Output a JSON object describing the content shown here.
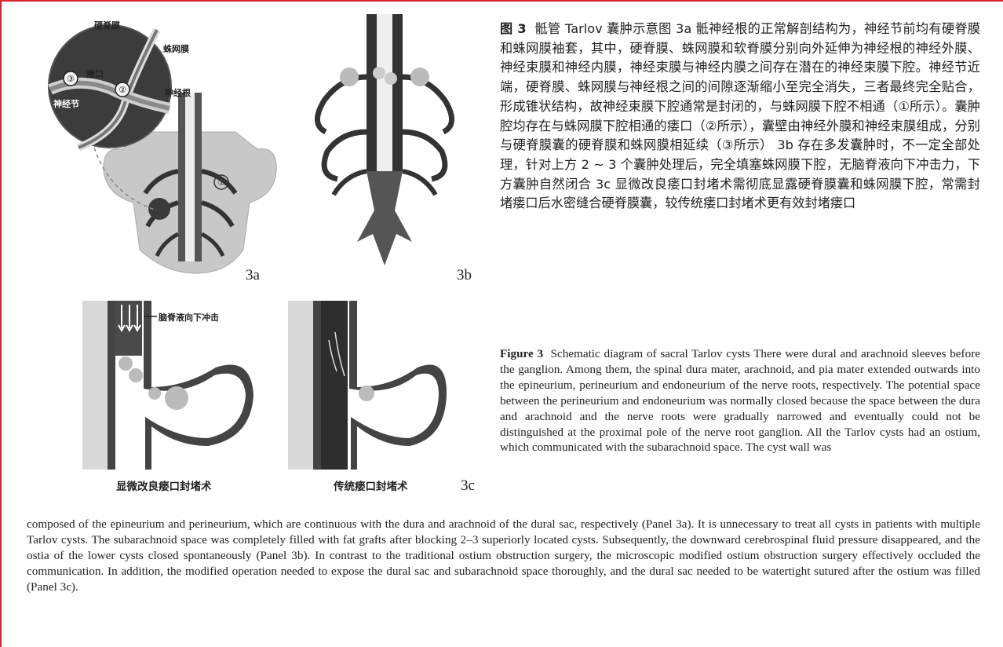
{
  "figure": {
    "panel_a": {
      "label": "3a",
      "labels": {
        "dura": "硬脊膜",
        "arachnoid": "蛛网膜",
        "ostium": "瘘口",
        "root": "神经根",
        "ganglion": "神经节",
        "num1": "①",
        "num2": "②",
        "num3": "③"
      }
    },
    "panel_b": {
      "label": "3b"
    },
    "panel_c": {
      "label": "3c",
      "arrow_text": "脑脊液向下冲击",
      "left_caption": "显微改良瘘口封堵术",
      "right_caption": "传统瘘口封堵术"
    }
  },
  "caption_cn": {
    "bold": "图 3",
    "text": "骶管 Tarlov 囊肿示意图 3a 骶神经根的正常解剖结构为，神经节前均有硬脊膜和蛛网膜袖套，其中，硬脊膜、蛛网膜和软脊膜分别向外延伸为神经根的神经外膜、神经束膜和神经内膜，神经束膜与神经内膜之间存在潜在的神经束膜下腔。神经节近端，硬脊膜、蛛网膜与神经根之间的间隙逐渐缩小至完全消失，三者最终完全贴合，形成锥状结构，故神经束膜下腔通常是封闭的，与蛛网膜下腔不相通（①所示）。囊肿腔均存在与蛛网膜下腔相通的瘘口（②所示），囊壁由神经外膜和神经束膜组成，分别与硬脊膜囊的硬脊膜和蛛网膜相延续（③所示） 3b 存在多发囊肿时，不一定全部处理，针对上方 2 ~ 3 个囊肿处理后，完全填塞蛛网膜下腔，无脑脊液向下冲击力，下方囊肿自然闭合 3c 显微改良瘘口封堵术需彻底显露硬脊膜囊和蛛网膜下腔，常需封堵瘘口后水密缝合硬脊膜囊，较传统瘘口封堵术更有效封堵瘘口"
  },
  "caption_en": {
    "bold": "Figure 3",
    "part1": "Schematic diagram of sacral Tarlov cysts There were dural and arachnoid sleeves before the ganglion. Among them, the spinal dura mater, arachnoid, and pia mater extended outwards into the epineurium, perineurium and endoneurium of the nerve roots, respectively. The potential space between the perineurium and endoneurium was normally closed because the space between the dura and arachnoid and the nerve roots were gradually narrowed and eventually could not be distinguished at the proximal pole of the nerve root ganglion. All the Tarlov cysts had an ostium, which communicated with the subarachnoid space. The cyst wall was",
    "part2": "composed of the epineurium and perineurium, which are continuous with the dura and arachnoid of the dural sac, respectively (Panel 3a). It is unnecessary to treat all cysts in patients with multiple Tarlov cysts. The subarachnoid space was completely filled with fat grafts after blocking 2–3 superiorly located cysts. Subsequently, the downward cerebrospinal fluid pressure disappeared, and the ostia of the lower cysts closed spontaneously (Panel 3b). In contrast to the traditional ostium obstruction surgery, the microscopic modified ostium obstruction surgery effectively occluded the communication. In addition, the modified operation needed to expose the dural sac and subarachnoid space thoroughly, and the dural sac needed to be watertight sutured after the ostium was filled (Panel 3c)."
  }
}
